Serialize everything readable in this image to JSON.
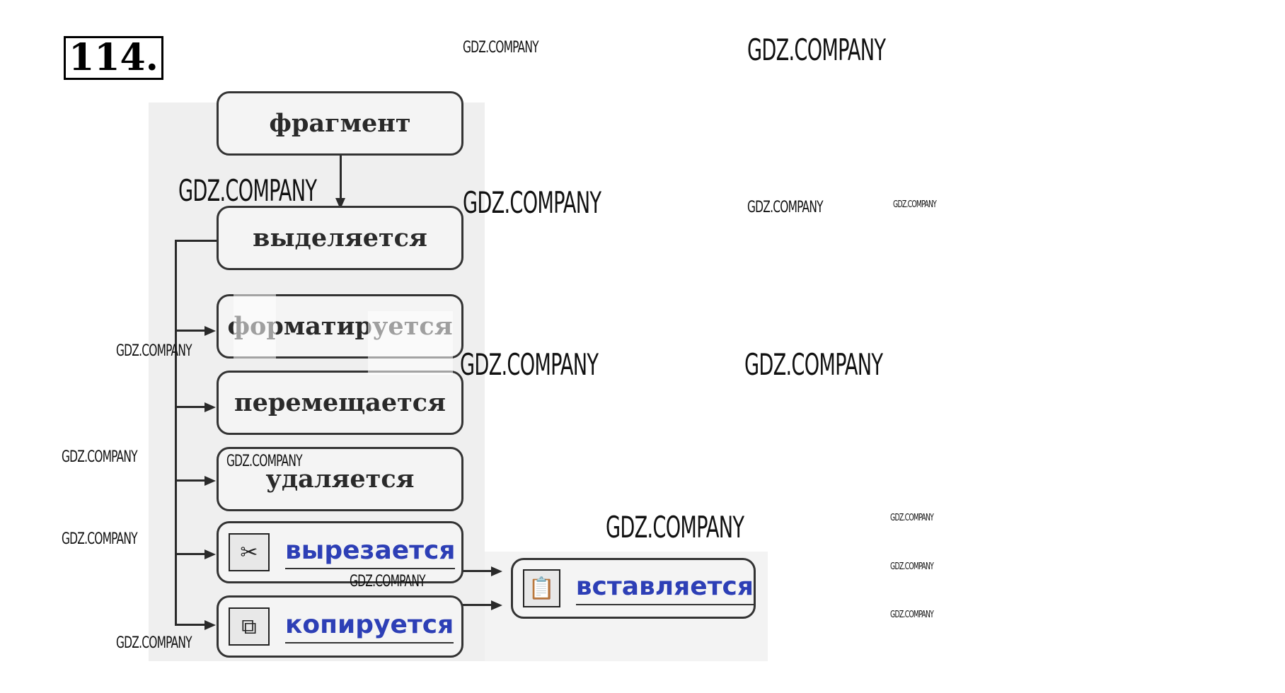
{
  "task_number": "114.",
  "diagram": {
    "root": "фрагмент",
    "selected": "выделяется",
    "actions": [
      "форматируется",
      "перемещается",
      "удаляется"
    ],
    "cut": "вырезается",
    "copy": "копируется",
    "paste": "вставляется",
    "icons": {
      "cut": "scissors-icon",
      "copy": "copy-icon",
      "paste": "clipboard-paste-icon"
    }
  },
  "watermark": "GDZ.COMPANY",
  "colors": {
    "label_blue": "#2d3fb6",
    "box_border": "#333333"
  }
}
